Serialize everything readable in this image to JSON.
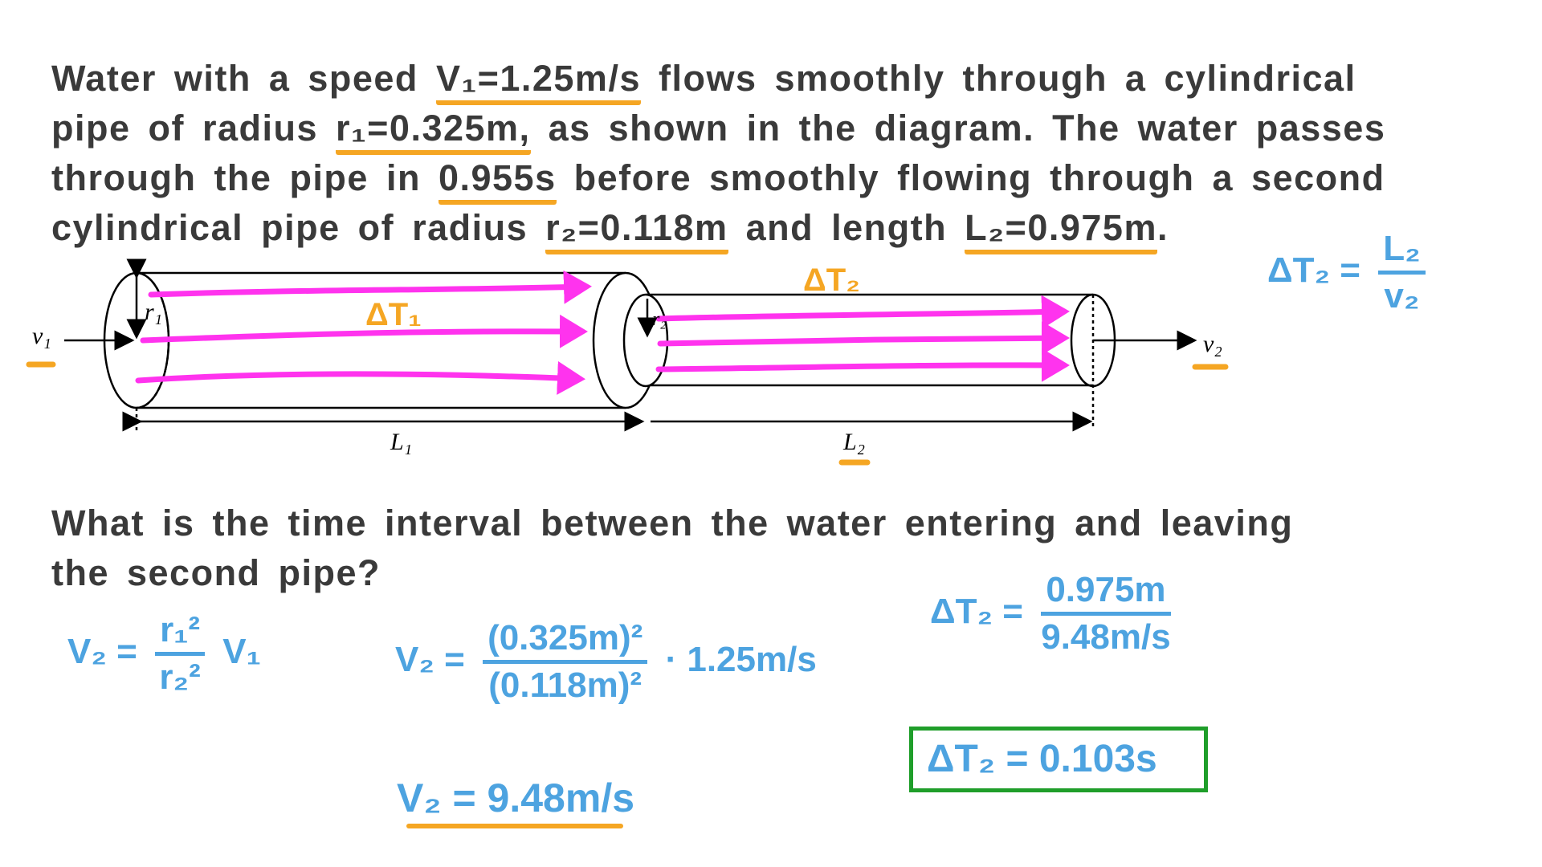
{
  "problem": {
    "lines": [
      [
        {
          "t": "Water with a speed "
        },
        {
          "t": "V₁=1.25m/s",
          "hl": true
        },
        {
          "t": " flows smoothly through a cylindrical"
        }
      ],
      [
        {
          "t": "pipe of radius "
        },
        {
          "t": "r₁=0.325m,",
          "hl": true
        },
        {
          "t": " as shown in the diagram. The water passes"
        }
      ],
      [
        {
          "t": "through the pipe in "
        },
        {
          "t": "0.955s",
          "hl": true
        },
        {
          "t": " before smoothly flowing through a second"
        }
      ],
      [
        {
          "t": "cylindrical pipe of radius "
        },
        {
          "t": "r₂=0.118m",
          "hl": true
        },
        {
          "t": " and length "
        },
        {
          "t": "L₂=0.975m",
          "hl": true
        },
        {
          "t": "."
        }
      ]
    ]
  },
  "diagram": {
    "v1": "v₁",
    "v2": "v₂",
    "r1": "r₁",
    "r2": "r₂",
    "L1": "L₁",
    "L2": "L₂",
    "dT1": "ΔT₁",
    "dT2": "ΔT₂"
  },
  "question": {
    "line1": "What is the time interval between the water entering and leaving",
    "line2": "the second pipe?"
  },
  "working": {
    "dt_formula": {
      "lhs": "ΔT₂ =",
      "num": "L₂",
      "den": "v₂"
    },
    "v2_formula": {
      "lhs": "V₂ =",
      "num": "r₁²",
      "den": "r₂²",
      "rhs": "V₁"
    },
    "v2_sub": {
      "lhs": "V₂ =",
      "num": "(0.325m)²",
      "den": "(0.118m)²",
      "rhs": "· 1.25m/s"
    },
    "v2_result": "V₂ = 9.48m/s",
    "dt_sub": {
      "lhs": "ΔT₂ =",
      "num": "0.975m",
      "den": "9.48m/s"
    },
    "answer": "ΔT₂ = 0.103s"
  },
  "colors": {
    "text": "#3a3a3a",
    "highlight": "#f5a623",
    "working": "#4da3e0",
    "flow_arrows": "#ff33ee",
    "answer_box": "#1f9e2a"
  }
}
